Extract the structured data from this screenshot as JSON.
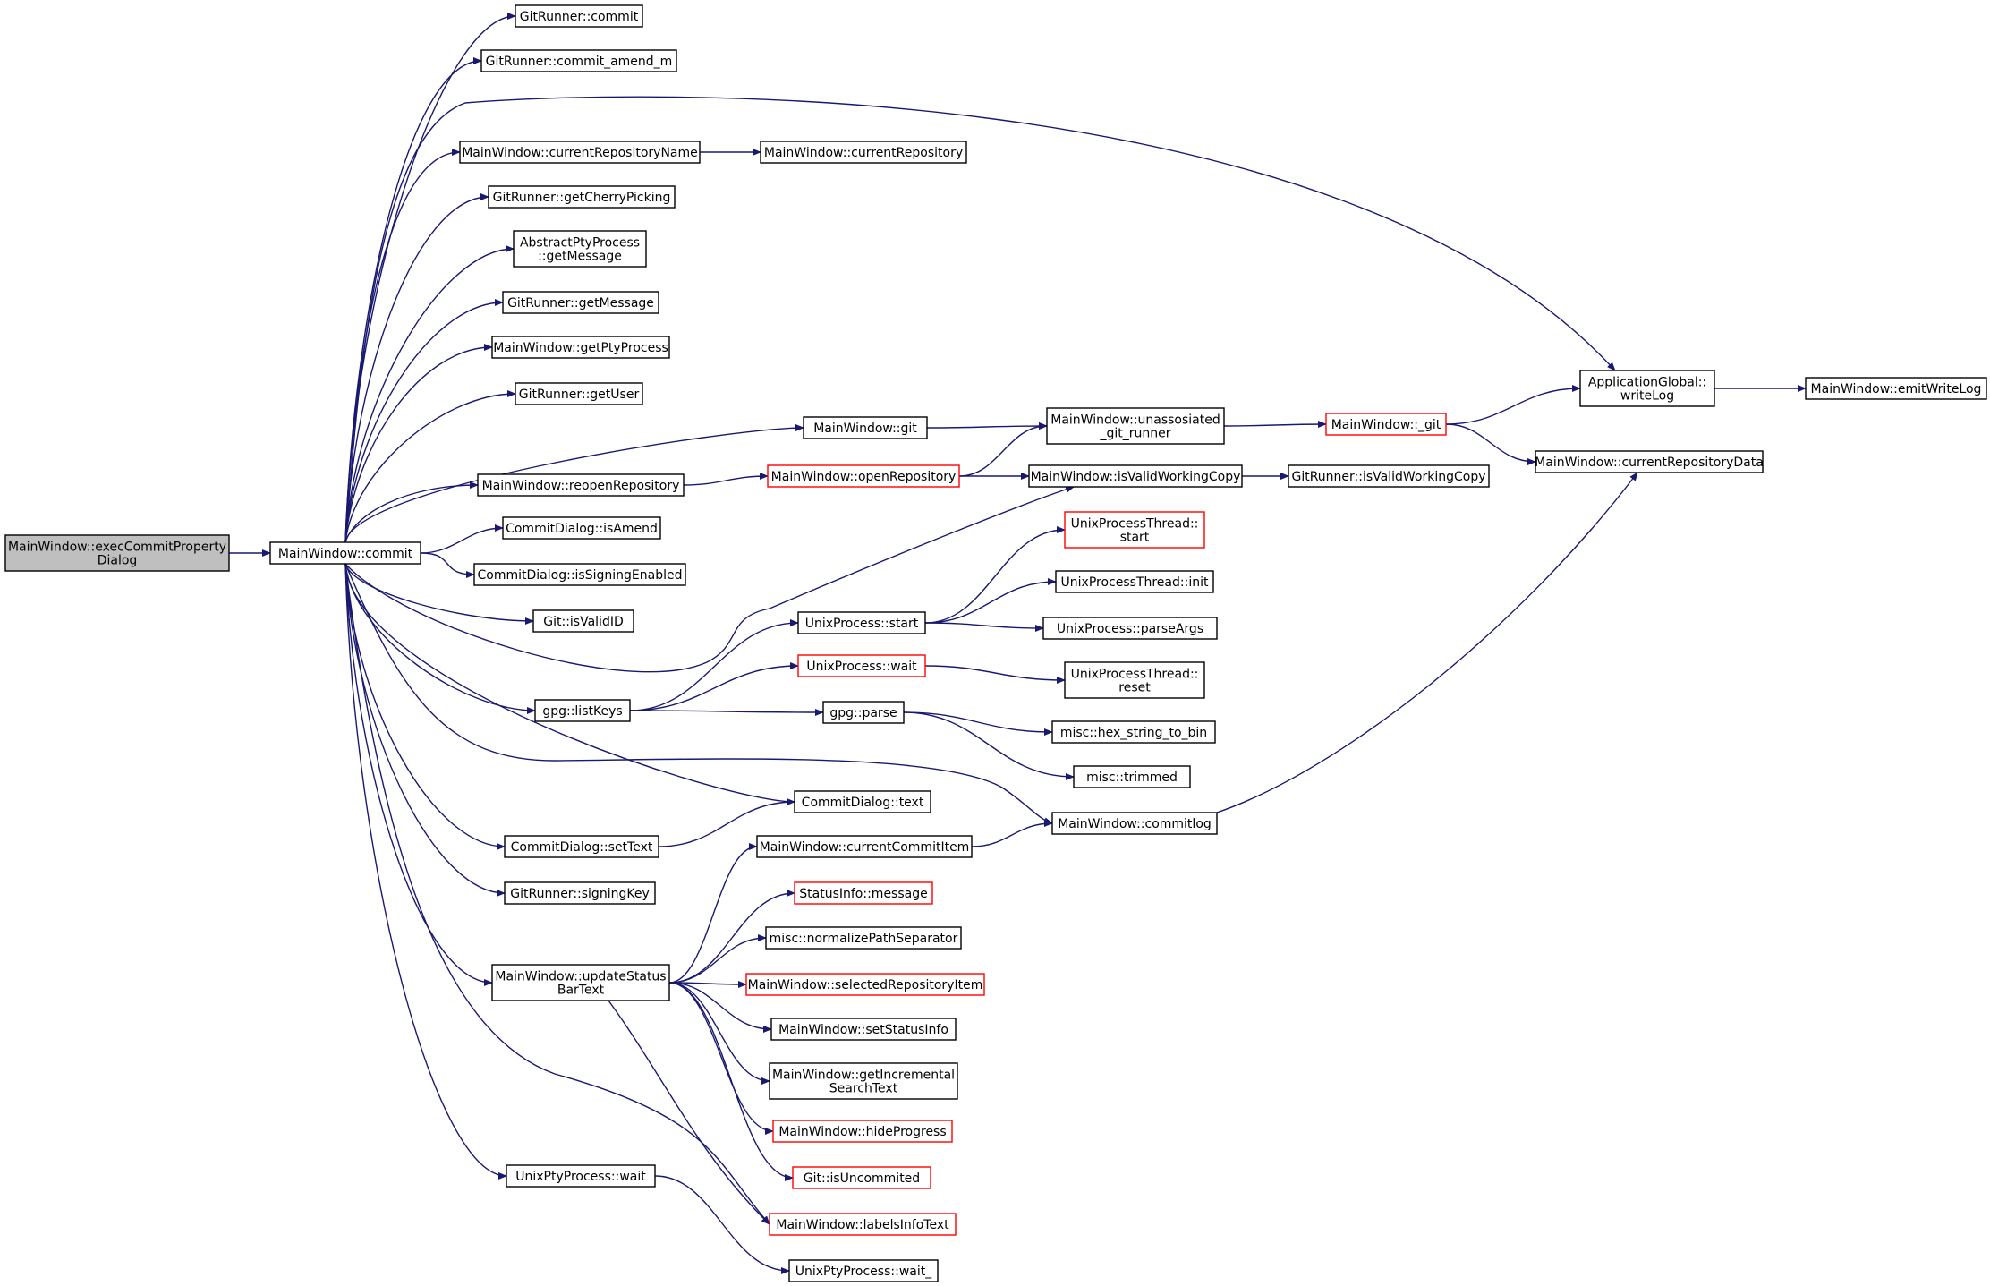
{
  "colors": {
    "edge": "#191970",
    "node_border": "#000000",
    "incomplete_border": "#ff0000",
    "root_fill": "#bfbfbf"
  },
  "nodes": [
    {
      "id": "exec",
      "lines": [
        "MainWindow::execCommitProperty",
        "Dialog"
      ],
      "style": "root"
    },
    {
      "id": "commit",
      "lines": [
        "MainWindow::commit"
      ]
    },
    {
      "id": "gr_commit",
      "lines": [
        "GitRunner::commit"
      ]
    },
    {
      "id": "gr_commit_amend",
      "lines": [
        "GitRunner::commit_amend_m"
      ]
    },
    {
      "id": "mw_cur_repo_name",
      "lines": [
        "MainWindow::currentRepositoryName"
      ]
    },
    {
      "id": "mw_cur_repo",
      "lines": [
        "MainWindow::currentRepository"
      ]
    },
    {
      "id": "gr_cherry",
      "lines": [
        "GitRunner::getCherryPicking"
      ]
    },
    {
      "id": "apty_getmsg",
      "lines": [
        "AbstractPtyProcess",
        "::getMessage"
      ]
    },
    {
      "id": "gr_getmsg",
      "lines": [
        "GitRunner::getMessage"
      ]
    },
    {
      "id": "mw_getpty",
      "lines": [
        "MainWindow::getPtyProcess"
      ]
    },
    {
      "id": "gr_getuser",
      "lines": [
        "GitRunner::getUser"
      ]
    },
    {
      "id": "mw_git",
      "lines": [
        "MainWindow::git"
      ]
    },
    {
      "id": "mw_unassoc",
      "lines": [
        "MainWindow::unassosiated",
        "_git_runner"
      ]
    },
    {
      "id": "mw__git",
      "lines": [
        "MainWindow::_git"
      ],
      "style": "red"
    },
    {
      "id": "ag_writelog",
      "lines": [
        "ApplicationGlobal::",
        "writeLog"
      ]
    },
    {
      "id": "mw_emitwritelog",
      "lines": [
        "MainWindow::emitWriteLog"
      ]
    },
    {
      "id": "mw_cur_repo_data",
      "lines": [
        "MainWindow::currentRepositoryData"
      ]
    },
    {
      "id": "mw_reopen",
      "lines": [
        "MainWindow::reopenRepository"
      ]
    },
    {
      "id": "mw_open",
      "lines": [
        "MainWindow::openRepository"
      ],
      "style": "red"
    },
    {
      "id": "mw_isvalid",
      "lines": [
        "MainWindow::isValidWorkingCopy"
      ]
    },
    {
      "id": "gr_isvalid",
      "lines": [
        "GitRunner::isValidWorkingCopy"
      ]
    },
    {
      "id": "cd_isamend",
      "lines": [
        "CommitDialog::isAmend"
      ]
    },
    {
      "id": "cd_signing",
      "lines": [
        "CommitDialog::isSigningEnabled"
      ]
    },
    {
      "id": "git_isvalidid",
      "lines": [
        "Git::isValidID"
      ]
    },
    {
      "id": "upt_start",
      "lines": [
        "UnixProcessThread::",
        "start"
      ],
      "style": "red"
    },
    {
      "id": "upt_init",
      "lines": [
        "UnixProcessThread::init"
      ]
    },
    {
      "id": "up_start",
      "lines": [
        "UnixProcess::start"
      ]
    },
    {
      "id": "up_parseargs",
      "lines": [
        "UnixProcess::parseArgs"
      ]
    },
    {
      "id": "up_wait",
      "lines": [
        "UnixProcess::wait"
      ],
      "style": "red"
    },
    {
      "id": "upt_reset",
      "lines": [
        "UnixProcessThread::",
        "reset"
      ]
    },
    {
      "id": "gpg_listkeys",
      "lines": [
        "gpg::listKeys"
      ]
    },
    {
      "id": "gpg_parse",
      "lines": [
        "gpg::parse"
      ]
    },
    {
      "id": "misc_hex",
      "lines": [
        "misc::hex_string_to_bin"
      ]
    },
    {
      "id": "misc_trimmed",
      "lines": [
        "misc::trimmed"
      ]
    },
    {
      "id": "cd_text",
      "lines": [
        "CommitDialog::text"
      ]
    },
    {
      "id": "mw_commitlog",
      "lines": [
        "MainWindow::commitlog"
      ]
    },
    {
      "id": "cd_settext",
      "lines": [
        "CommitDialog::setText"
      ]
    },
    {
      "id": "mw_cur_commit_item",
      "lines": [
        "MainWindow::currentCommitItem"
      ]
    },
    {
      "id": "gr_signingkey",
      "lines": [
        "GitRunner::signingKey"
      ]
    },
    {
      "id": "si_message",
      "lines": [
        "StatusInfo::message"
      ],
      "style": "red"
    },
    {
      "id": "misc_normalize",
      "lines": [
        "misc::normalizePathSeparator"
      ]
    },
    {
      "id": "mw_update_status",
      "lines": [
        "MainWindow::updateStatus",
        "BarText"
      ]
    },
    {
      "id": "mw_selected_repo",
      "lines": [
        "MainWindow::selectedRepositoryItem"
      ],
      "style": "red"
    },
    {
      "id": "mw_setstatus",
      "lines": [
        "MainWindow::setStatusInfo"
      ]
    },
    {
      "id": "mw_incsearch",
      "lines": [
        "MainWindow::getIncremental",
        "SearchText"
      ]
    },
    {
      "id": "mw_hideprogress",
      "lines": [
        "MainWindow::hideProgress"
      ],
      "style": "red"
    },
    {
      "id": "git_isuncommited",
      "lines": [
        "Git::isUncommited"
      ],
      "style": "red"
    },
    {
      "id": "upty_wait",
      "lines": [
        "UnixPtyProcess::wait"
      ]
    },
    {
      "id": "mw_labels",
      "lines": [
        "MainWindow::labelsInfoText"
      ],
      "style": "red"
    },
    {
      "id": "upty_wait_",
      "lines": [
        "UnixPtyProcess::wait_"
      ]
    }
  ],
  "edges": [
    [
      "exec",
      "commit"
    ],
    [
      "commit",
      "gr_commit"
    ],
    [
      "commit",
      "gr_commit_amend"
    ],
    [
      "commit",
      "ag_writelog"
    ],
    [
      "commit",
      "mw_cur_repo_name"
    ],
    [
      "commit",
      "gr_cherry"
    ],
    [
      "commit",
      "apty_getmsg"
    ],
    [
      "commit",
      "gr_getmsg"
    ],
    [
      "commit",
      "mw_getpty"
    ],
    [
      "commit",
      "gr_getuser"
    ],
    [
      "commit",
      "mw_git"
    ],
    [
      "commit",
      "mw_reopen"
    ],
    [
      "commit",
      "cd_isamend"
    ],
    [
      "commit",
      "cd_signing"
    ],
    [
      "commit",
      "git_isvalidid"
    ],
    [
      "commit",
      "mw_isvalid"
    ],
    [
      "commit",
      "gpg_listkeys"
    ],
    [
      "commit",
      "mw_commitlog"
    ],
    [
      "commit",
      "cd_text"
    ],
    [
      "commit",
      "cd_settext"
    ],
    [
      "commit",
      "gr_signingkey"
    ],
    [
      "commit",
      "mw_update_status"
    ],
    [
      "commit",
      "mw_labels"
    ],
    [
      "commit",
      "upty_wait"
    ],
    [
      "mw_cur_repo_name",
      "mw_cur_repo"
    ],
    [
      "mw_git",
      "mw_unassoc"
    ],
    [
      "mw_unassoc",
      "mw__git"
    ],
    [
      "mw__git",
      "ag_writelog"
    ],
    [
      "mw__git",
      "mw_cur_repo_data"
    ],
    [
      "ag_writelog",
      "mw_emitwritelog"
    ],
    [
      "mw_reopen",
      "mw_open"
    ],
    [
      "mw_open",
      "mw_unassoc"
    ],
    [
      "mw_open",
      "mw_isvalid"
    ],
    [
      "mw_isvalid",
      "gr_isvalid"
    ],
    [
      "gpg_listkeys",
      "up_start"
    ],
    [
      "gpg_listkeys",
      "up_wait"
    ],
    [
      "gpg_listkeys",
      "gpg_parse"
    ],
    [
      "up_start",
      "upt_start"
    ],
    [
      "up_start",
      "upt_init"
    ],
    [
      "up_start",
      "up_parseargs"
    ],
    [
      "up_wait",
      "upt_reset"
    ],
    [
      "gpg_parse",
      "misc_hex"
    ],
    [
      "gpg_parse",
      "misc_trimmed"
    ],
    [
      "cd_settext",
      "cd_text"
    ],
    [
      "mw_commitlog",
      "mw_cur_repo_data"
    ],
    [
      "mw_cur_commit_item",
      "mw_commitlog"
    ],
    [
      "mw_update_status",
      "mw_cur_commit_item"
    ],
    [
      "mw_update_status",
      "si_message"
    ],
    [
      "mw_update_status",
      "misc_normalize"
    ],
    [
      "mw_update_status",
      "mw_selected_repo"
    ],
    [
      "mw_update_status",
      "mw_setstatus"
    ],
    [
      "mw_update_status",
      "mw_incsearch"
    ],
    [
      "mw_update_status",
      "mw_hideprogress"
    ],
    [
      "mw_update_status",
      "git_isuncommited"
    ],
    [
      "mw_update_status",
      "mw_labels"
    ],
    [
      "upty_wait",
      "upty_wait_"
    ]
  ]
}
